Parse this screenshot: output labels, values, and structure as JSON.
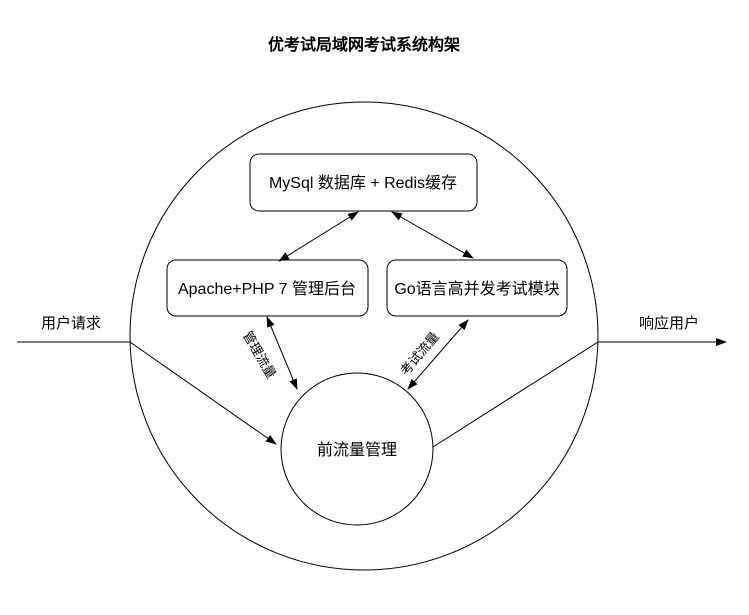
{
  "title": "优考试局域网考试系统构架",
  "nodes": {
    "database": {
      "label": "MySql 数据库 + Redis缓存"
    },
    "admin_backend": {
      "label": "Apache+PHP 7 管理后台"
    },
    "exam_module": {
      "label": "Go语言高并发考试模块"
    },
    "traffic_gateway": {
      "label": "前流量管理"
    }
  },
  "edge_labels": {
    "admin_traffic": "管理流量",
    "exam_traffic": "考试流量"
  },
  "io_labels": {
    "user_request": "用户请求",
    "user_response": "响应用户"
  },
  "colors": {
    "background": "#ffffff",
    "line": "#000000",
    "text": "#000000"
  }
}
